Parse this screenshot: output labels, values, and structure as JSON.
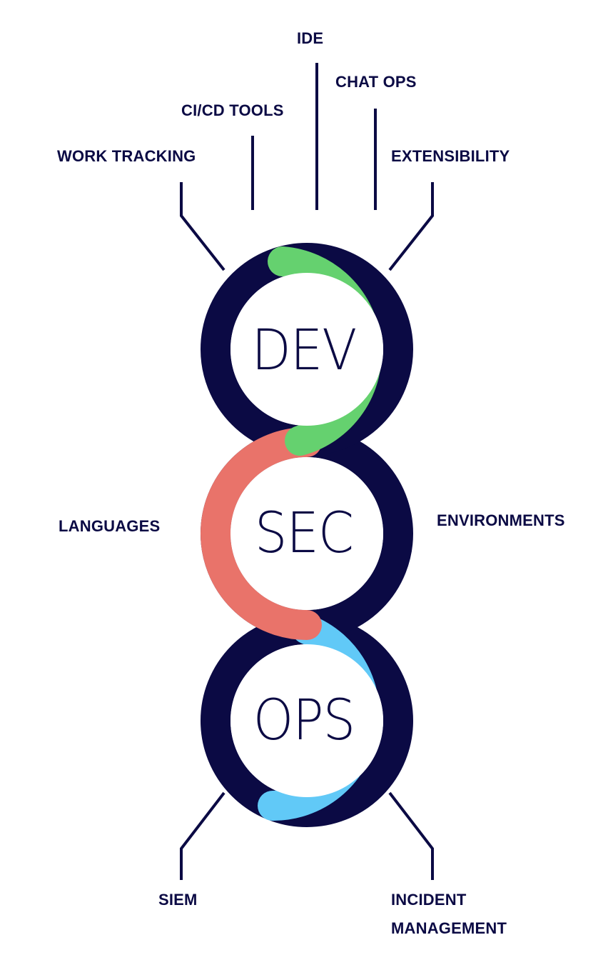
{
  "colors": {
    "navy": "#0b0a44",
    "green": "#65d16f",
    "coral": "#e9736a",
    "sky": "#61c9f7",
    "background": "#ffffff"
  },
  "rings": {
    "dev": "DEV",
    "sec": "SEC",
    "ops": "OPS"
  },
  "labels": {
    "ide": "IDE",
    "chat_ops": "CHAT OPS",
    "ci_cd_tools": "CI/CD TOOLS",
    "work_tracking": "WORK TRACKING",
    "extensibility": "EXTENSIBILITY",
    "languages": "LANGUAGES",
    "environments": "ENVIRONMENTS",
    "siem": "SIEM",
    "incident_line1": "INCIDENT",
    "incident_line2": "MANAGEMENT"
  }
}
